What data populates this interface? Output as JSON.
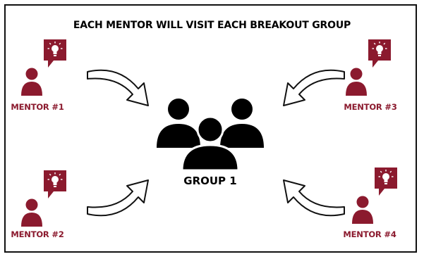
{
  "title": "EACH MENTOR WILL VISIT EACH BREAKOUT GROUP",
  "mentors": [
    {
      "label": "MENTOR #1"
    },
    {
      "label": "MENTOR #2"
    },
    {
      "label": "MENTOR #3"
    },
    {
      "label": "MENTOR #4"
    }
  ],
  "group": {
    "label": "GROUP 1"
  },
  "colors": {
    "accent": "#8b1a2e",
    "ink": "#000000",
    "background": "#ffffff"
  },
  "icons": {
    "mentor": "person-with-lightbulb-speech-bubble-icon",
    "group": "people-group-icon",
    "arrow": "curved-arrow-icon"
  }
}
